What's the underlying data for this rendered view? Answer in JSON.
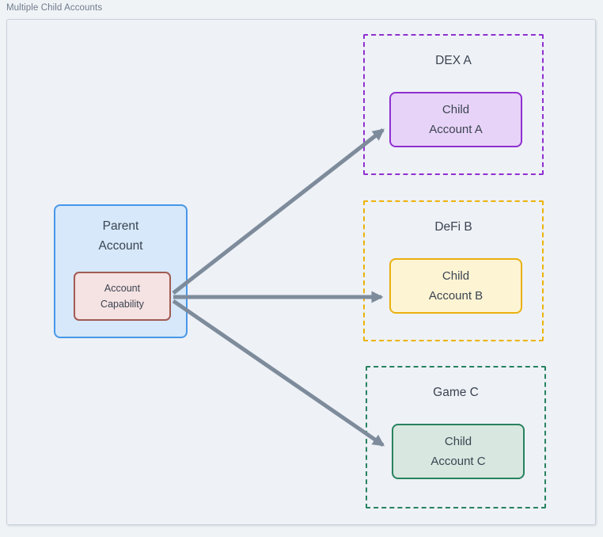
{
  "page": {
    "title": "Multiple Child Accounts"
  },
  "colors": {
    "page_bg": "#f0f3f6",
    "canvas_bg": "#eef1f6",
    "frame_border": "#c9d1db",
    "title_text": "#6e7b8c",
    "node_text": "#3b4452",
    "arrow": "#7d8b9b",
    "parent_fill": "#d6e8f9",
    "parent_border": "#4897ea",
    "capability_fill": "#f5e2e2",
    "capability_border": "#a15a53"
  },
  "parent": {
    "label": "Parent\nAccount",
    "capability": {
      "label": "Account\nCapability"
    }
  },
  "groups": [
    {
      "label": "DEX A",
      "child_label": "Child\nAccount A",
      "border_color": "#8f2fd1",
      "child_fill": "#e8d3f8",
      "child_border": "#8f2fd1"
    },
    {
      "label": "DeFi B",
      "child_label": "Child\nAccount B",
      "border_color": "#ecb30a",
      "child_fill": "#fdf4d4",
      "child_border": "#eab010"
    },
    {
      "label": "Game C",
      "child_label": "Child\nAccount C",
      "border_color": "#27825f",
      "child_fill": "#d8e7df",
      "child_border": "#27825f"
    }
  ]
}
